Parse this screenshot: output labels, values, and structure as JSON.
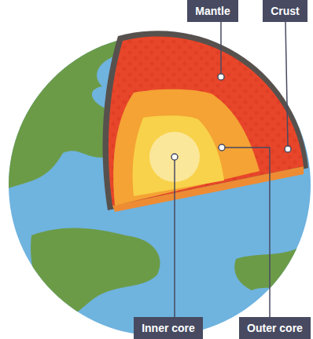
{
  "diagram": {
    "nodes": [
      {
        "text": [
          "Mantle"
        ]
      },
      {
        "text": [
          "Crust"
        ]
      },
      {
        "text": [
          "Inner core"
        ]
      },
      {
        "text": [
          "Outer core"
        ]
      }
    ]
  }
}
